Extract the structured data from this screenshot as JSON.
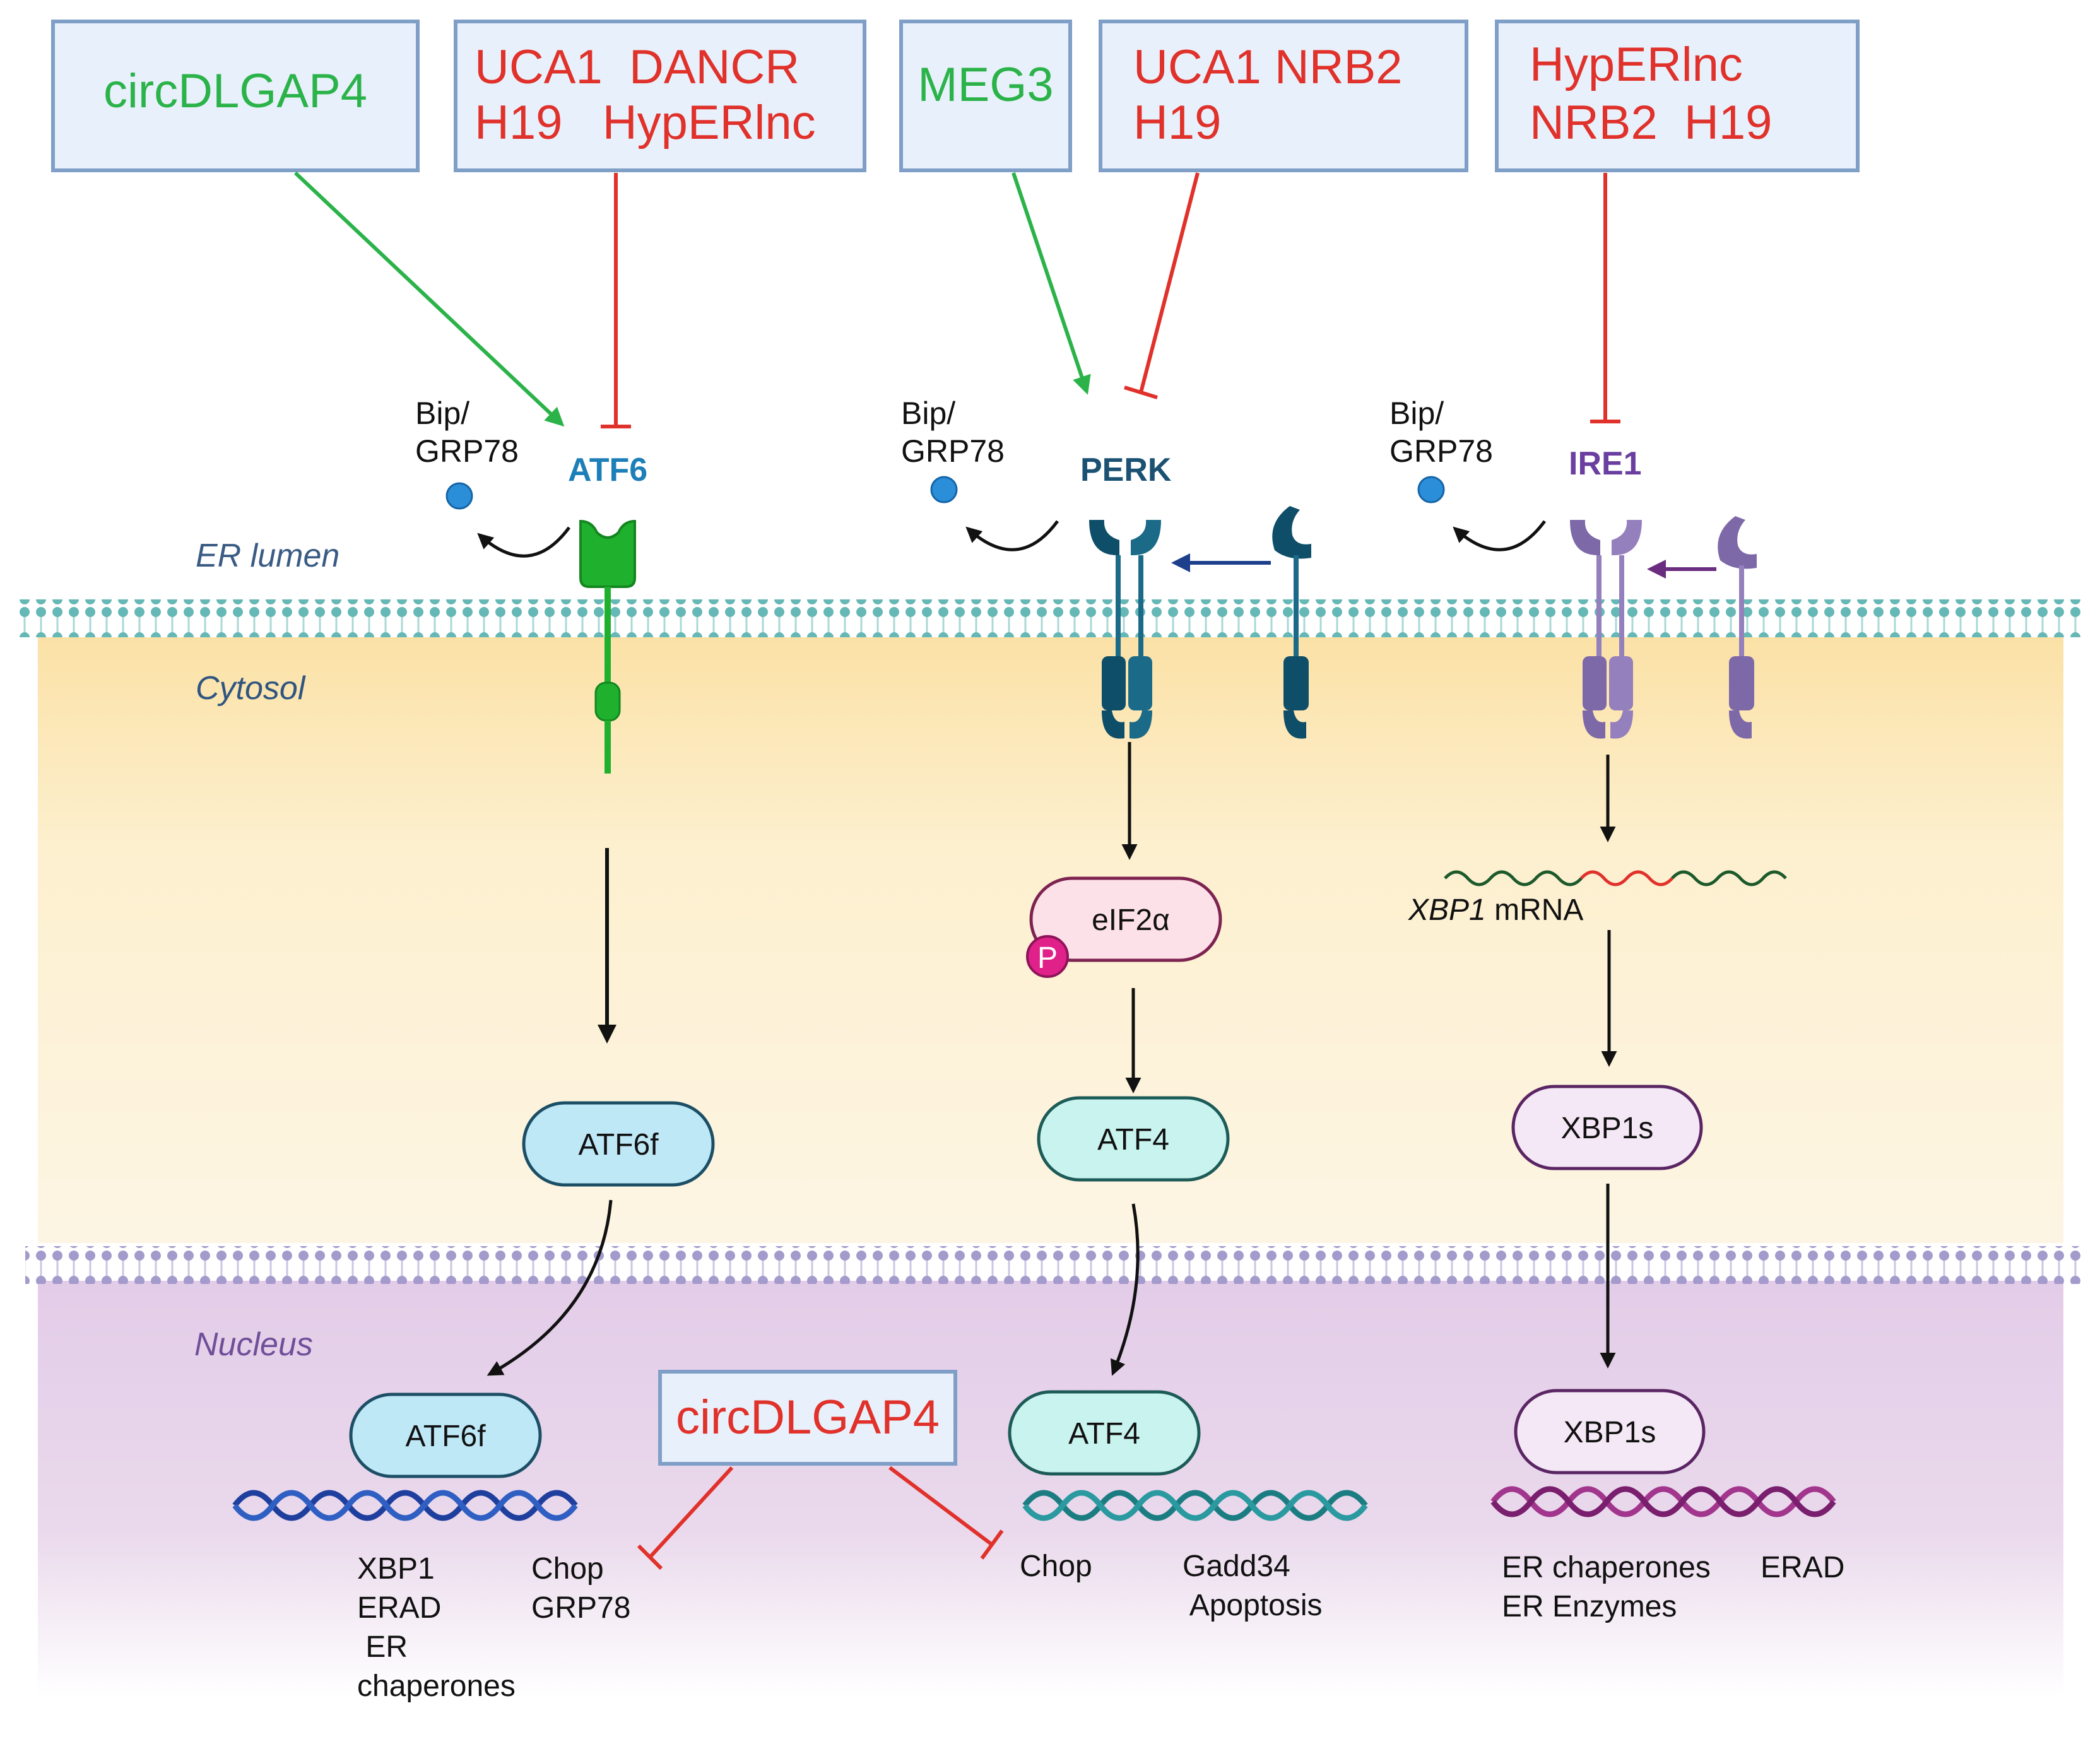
{
  "colors": {
    "activator_green": "#2bb34a",
    "inhibitor_red": "#e0312b",
    "box_fill": "#e8f1fb",
    "box_border": "#7f9fc7",
    "atf6_green": "#1fb02e",
    "perk_teal": "#0e4e68",
    "ire1_purple": "#7d68a8",
    "label_atf6": "#1d7fb8",
    "label_perk": "#1b5173",
    "label_ire1": "#6a3fa0",
    "region_label": "#3a5b84",
    "nucleus_label": "#6f4f99",
    "dna_blue": "#1f3f9e",
    "dna_teal": "#1b7d82",
    "dna_purple": "#a2368d"
  },
  "regulator_boxes": {
    "atf6_activator": [
      "circDLGAP4"
    ],
    "atf6_inhibitors": [
      "UCA1  DANCR",
      "H19   HypERlnc"
    ],
    "perk_activator": [
      "MEG3"
    ],
    "perk_inhibitors": [
      "UCA1 NRB2",
      "H19"
    ],
    "ire1_inhibitors": [
      "HypERlnc",
      "NRB2  H19"
    ],
    "nucleus_inhibitor": [
      "circDLGAP4"
    ]
  },
  "regions": {
    "er_lumen": "ER lumen",
    "cytosol": "Cytosol",
    "nucleus": "Nucleus"
  },
  "chaperone": {
    "line1": "Bip/",
    "line2": "GRP78"
  },
  "sensors": {
    "atf6": "ATF6",
    "perk": "PERK",
    "ire1": "IRE1"
  },
  "nodes": {
    "atf6f_cytosol": "ATF6f",
    "eif2a": "eIF2α",
    "phospho": "P",
    "atf4_cytosol": "ATF4",
    "xbp1_mrna_italic": "XBP1",
    "xbp1_mrna_rest": " mRNA",
    "xbp1s_cytosol": "XBP1s",
    "atf6f_nucleus": "ATF6f",
    "atf4_nucleus": "ATF4",
    "xbp1s_nucleus": "XBP1s"
  },
  "target_genes": {
    "atf6_left": [
      "XBP1",
      "ERAD",
      " ER",
      "chaperones"
    ],
    "atf6_right": [
      "Chop",
      "GRP78"
    ],
    "atf4_left": [
      "Chop"
    ],
    "atf4_right": [
      "Gadd34",
      " Apoptosis"
    ],
    "xbp1_left": [
      "ER chaperones",
      "ER Enzymes"
    ],
    "xbp1_right": [
      "ERAD"
    ]
  }
}
